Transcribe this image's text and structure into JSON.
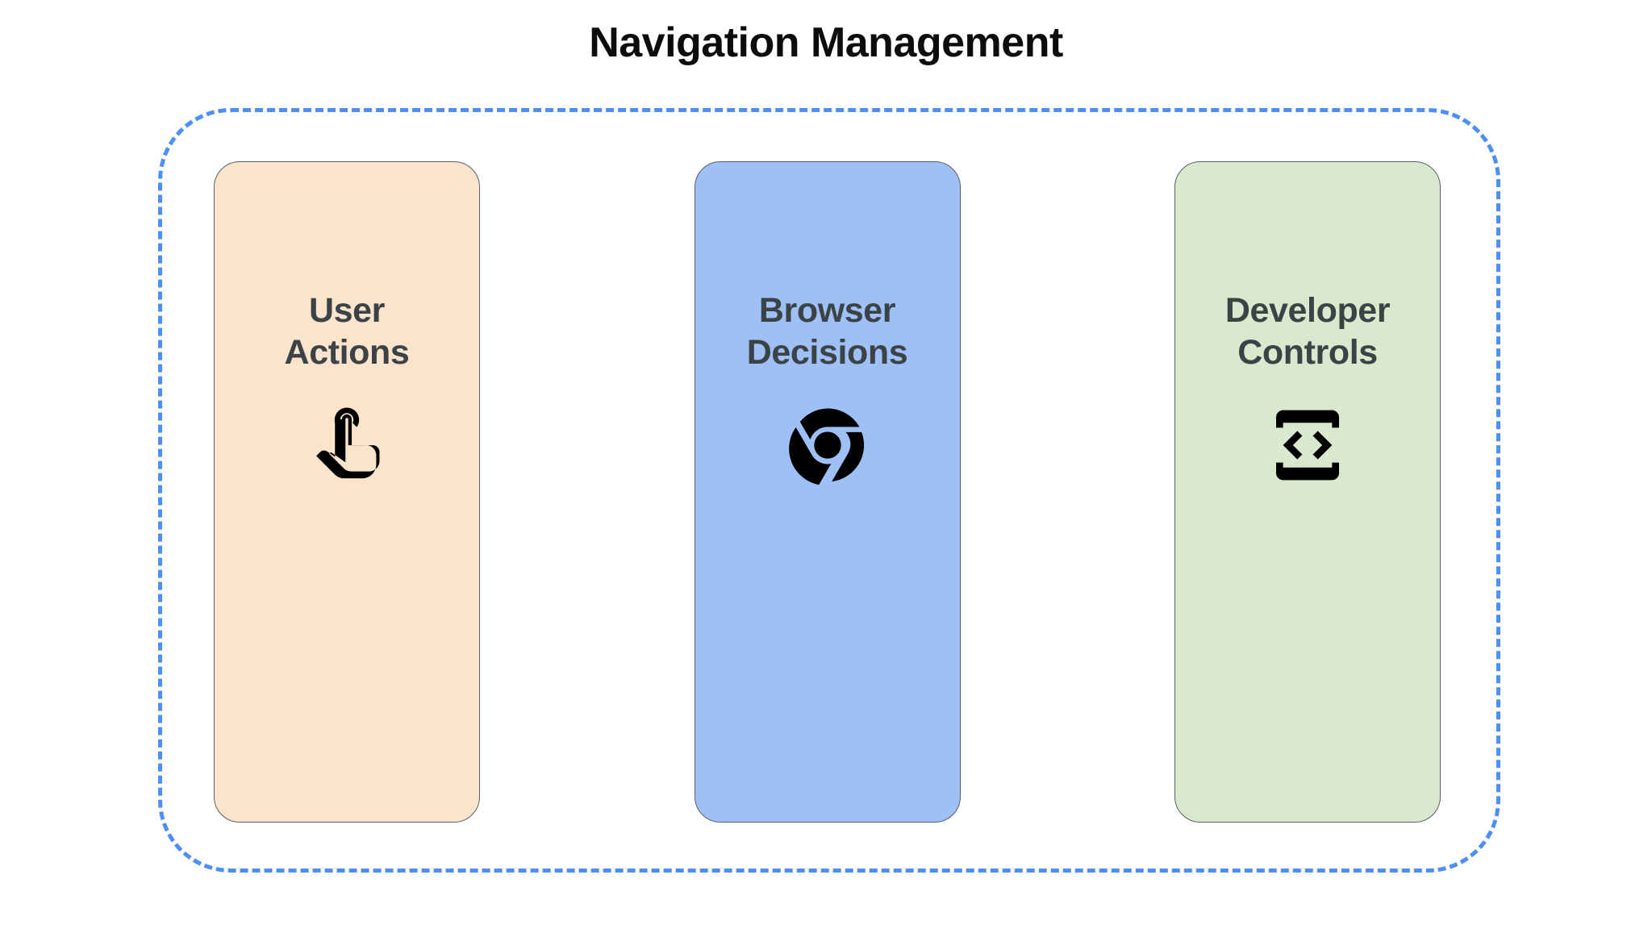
{
  "diagram": {
    "title": "Navigation Management",
    "container": {
      "name": "grouping-boundary",
      "border_color": "#4d8ff5",
      "border_style": "dashed"
    },
    "cards": [
      {
        "id": "user-actions",
        "label": "User\nActions",
        "label_line1": "User",
        "label_line2": "Actions",
        "icon": "touch-tap-icon",
        "fill_color": "#FBE3CC",
        "border_color": "#5a5f63",
        "text_color": "#3c4347"
      },
      {
        "id": "browser-decisions",
        "label": "Browser\nDecisions",
        "label_line1": "Browser",
        "label_line2": "Decisions",
        "icon": "chrome-icon",
        "fill_color": "#9FC0F5",
        "border_color": "#5a5f63",
        "text_color": "#3c4347"
      },
      {
        "id": "developer-controls",
        "label": "Developer\nControls",
        "label_line1": "Developer",
        "label_line2": "Controls",
        "icon": "developer-mode-icon",
        "fill_color": "#D8E9CE",
        "border_color": "#5a5f63",
        "text_color": "#3c4347"
      }
    ]
  }
}
